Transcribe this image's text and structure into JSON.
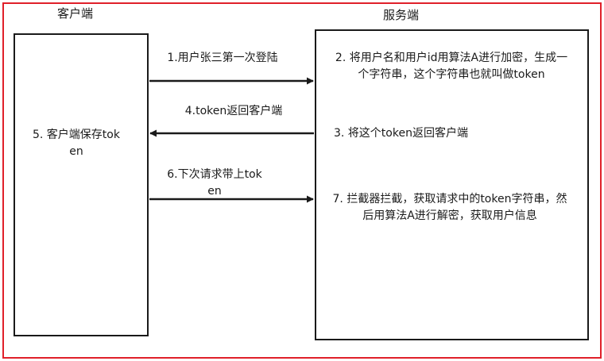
{
  "headers": {
    "client": "客户端",
    "server": "服务端"
  },
  "client_box": {
    "text": "5. 客户端保存token"
  },
  "server_box": {
    "step2": "2. 将用户名和用户id用算法A进行加密，生成一个字符串，这个字符串也就叫做token",
    "step3": "3. 将这个token返回客户端",
    "step7": "7. 拦截器拦截，获取请求中的token字符串，然后用算法A进行解密，获取用户信息"
  },
  "arrows": {
    "step1": {
      "text": "1.用户张三第一次登陆",
      "direction": "client-to-server"
    },
    "step4": {
      "text": "4.token返回客户端",
      "direction": "server-to-client"
    },
    "step6": {
      "text": "6.下次请求带上token",
      "direction": "client-to-server"
    }
  },
  "colors": {
    "frame": "#e0202a",
    "line": "#1a1a1a"
  }
}
